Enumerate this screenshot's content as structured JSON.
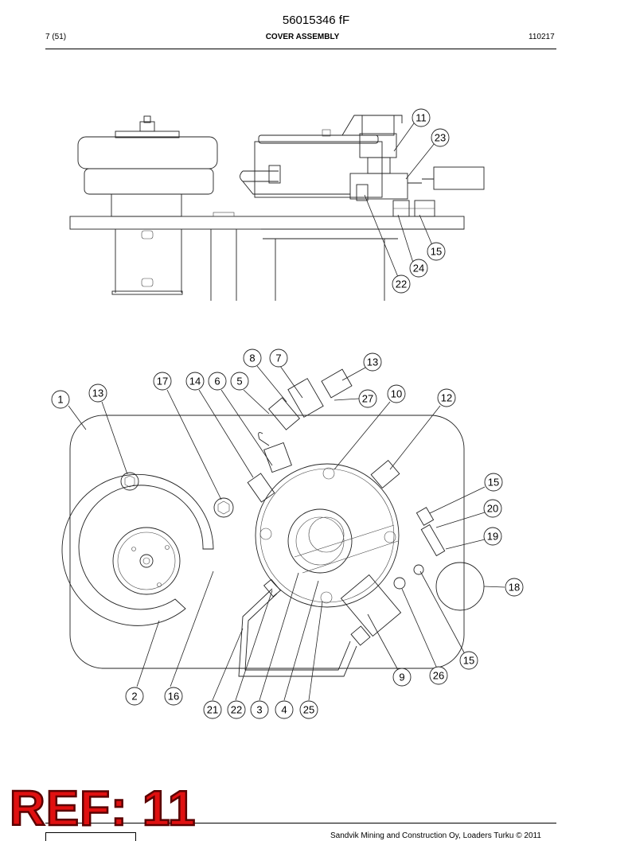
{
  "header": {
    "document_number": "56015346 fF",
    "page": "7 (51)",
    "title": "COVER ASSEMBLY",
    "code": "110217"
  },
  "footer": {
    "copyright": "Sandvik Mining and Construction Oy, Loaders Turku © 2011"
  },
  "stamp": {
    "text": "REF: 11",
    "color": "#e01010"
  },
  "top_view_callouts": [
    "11",
    "23",
    "15",
    "24",
    "22"
  ],
  "main_view_callouts": [
    "8",
    "7",
    "13",
    "17",
    "14",
    "6",
    "5",
    "1",
    "13",
    "27",
    "10",
    "12",
    "15",
    "20",
    "19",
    "18",
    "15",
    "26",
    "9",
    "2",
    "16",
    "21",
    "22",
    "3",
    "4",
    "25"
  ]
}
